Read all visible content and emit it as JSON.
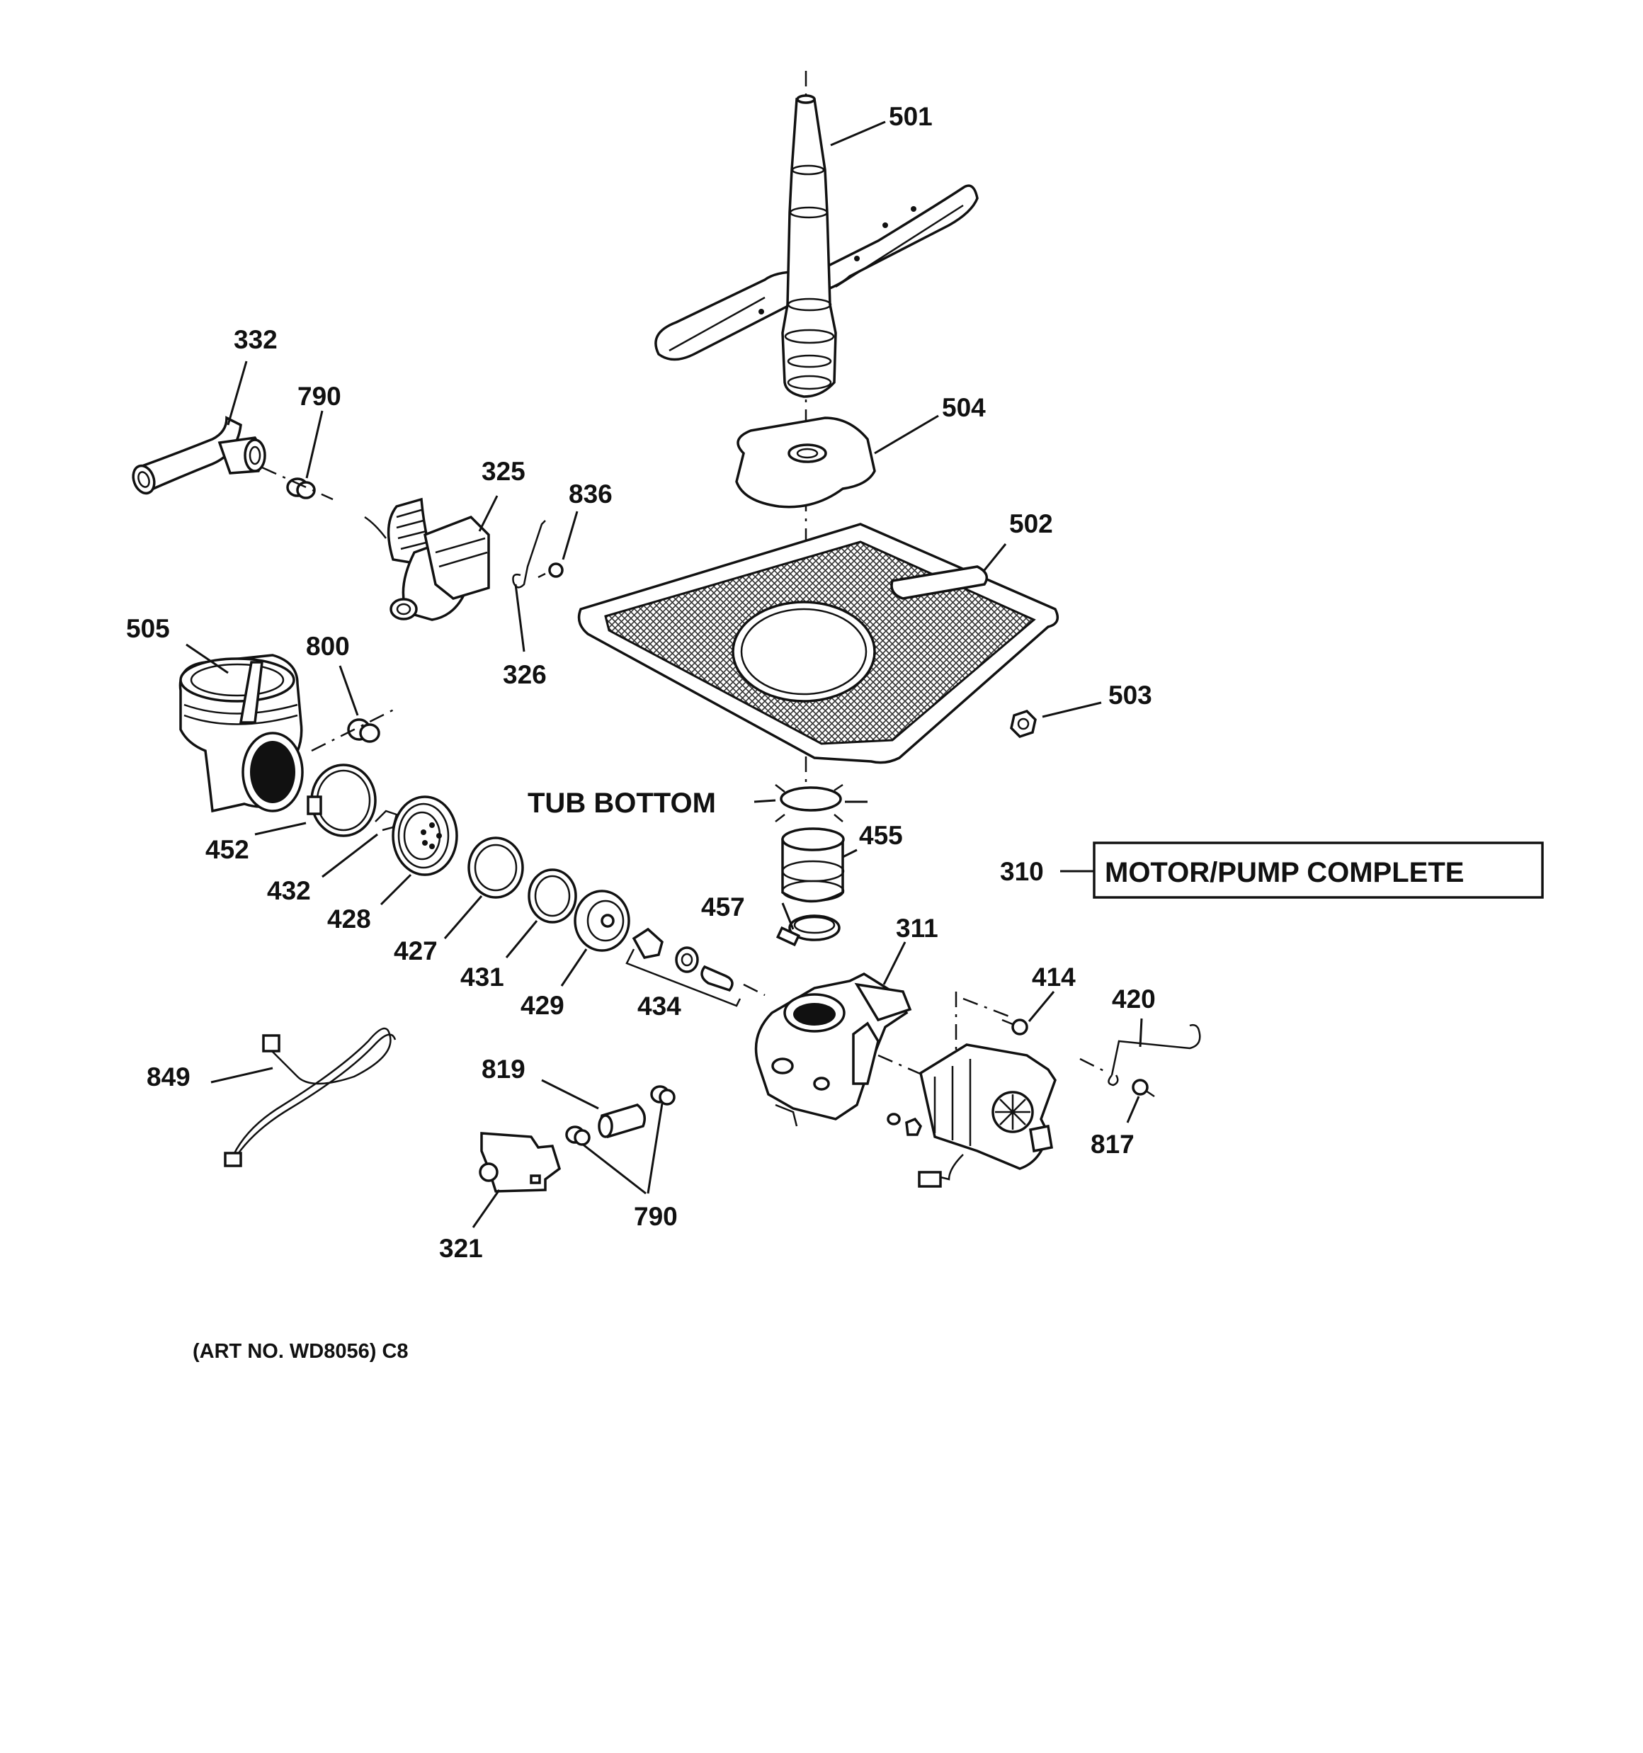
{
  "labels": {
    "l501": "501",
    "l504": "504",
    "l502": "502",
    "l503": "503",
    "l332": "332",
    "l790a": "790",
    "l325": "325",
    "l836": "836",
    "l326": "326",
    "l505": "505",
    "l800": "800",
    "l452": "452",
    "l432": "432",
    "l428": "428",
    "l427": "427",
    "l431": "431",
    "l429": "429",
    "l434": "434",
    "l455": "455",
    "l457": "457",
    "l311": "311",
    "l310": "310",
    "l414": "414",
    "l420": "420",
    "l817": "817",
    "l849": "849",
    "l819": "819",
    "l790b": "790",
    "l321": "321"
  },
  "tub_bottom": "TUB BOTTOM",
  "motor_box": "MOTOR/PUMP COMPLETE",
  "art_note": "(ART NO. WD8056) C8"
}
